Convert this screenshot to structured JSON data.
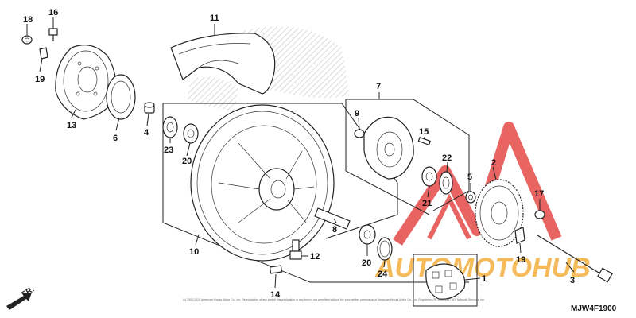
{
  "diagram": {
    "code": "MJW4F1900",
    "copyright": "(c) 2003-2019 American Honda Motor Co., Inc. Reproduction of any part of this publication in any form is not permitted without the prior written permission of American Honda Motor Co., Inc. Registered (R) 2004-2017 ARI Network Services, Inc.",
    "direction_label": "FR.",
    "watermark": "AUTOMOTOHUB",
    "callouts": [
      "18",
      "16",
      "19",
      "13",
      "6",
      "4",
      "11",
      "23",
      "20",
      "7",
      "9",
      "15",
      "22",
      "21",
      "5",
      "2",
      "17",
      "10",
      "8",
      "12",
      "20",
      "24",
      "14",
      "19",
      "1",
      "3"
    ]
  },
  "colors": {
    "ink": "#222222",
    "watermark_red": "#e0312e",
    "watermark_orange": "#f2a324",
    "hatch": "#c9c9c9"
  }
}
